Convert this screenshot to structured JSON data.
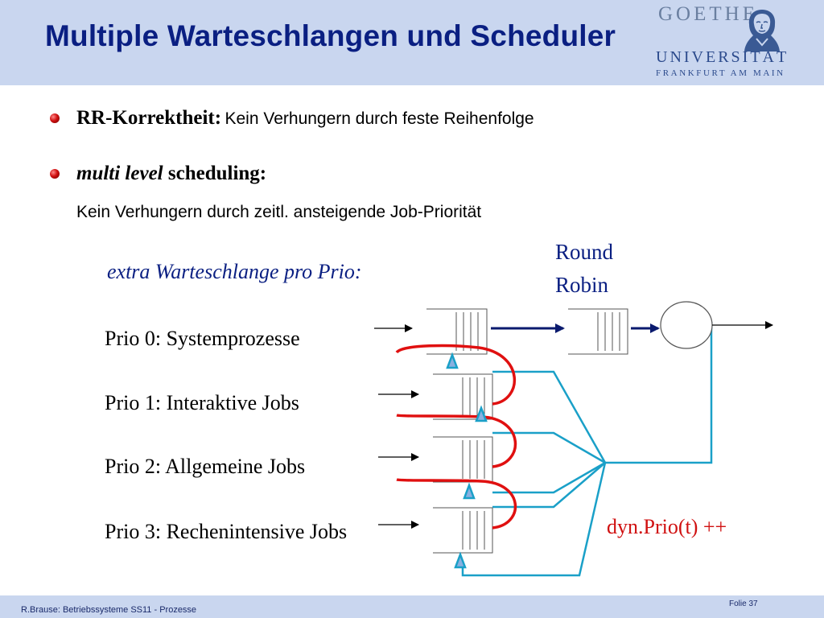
{
  "header": {
    "title": "Multiple Warteschlangen und Scheduler",
    "logo_goethe": "GOETHE",
    "logo_universitaet": "UNIVERSITÄT",
    "logo_city": "FRANKFURT AM MAIN"
  },
  "bullets": [
    {
      "label": "RR-Korrektheit:",
      "text": "Kein Verhungern durch feste Reihenfolge"
    },
    {
      "label_italic": "multi level",
      "label_bold": " scheduling:",
      "subtext": "Kein Verhungern durch zeitl. ansteigende Job-Priorität"
    }
  ],
  "diagram": {
    "extra_queue_label": "extra Warteschlange pro Prio:",
    "round_robin_line1": "Round",
    "round_robin_line2": "Robin",
    "priorities": [
      "Prio 0: Systemprozesse",
      "Prio 1: Interaktive Jobs",
      "Prio 2: Allgemeine Jobs",
      "Prio 3: Rechenintensive Jobs"
    ],
    "dyn_prio_label": "dyn.Prio(t) ++"
  },
  "footer": {
    "left": "R.Brause: Betriebssysteme SS11  -   Prozesse",
    "right": "Folie 37"
  },
  "colors": {
    "title": "#0a1f82",
    "header_band": "#c9d6ef",
    "feedback_line": "#1aa0c8",
    "promotion_arrow": "#e01010",
    "dyn_prio_text": "#d01010",
    "queue_arrow": "#0a1a6e"
  }
}
